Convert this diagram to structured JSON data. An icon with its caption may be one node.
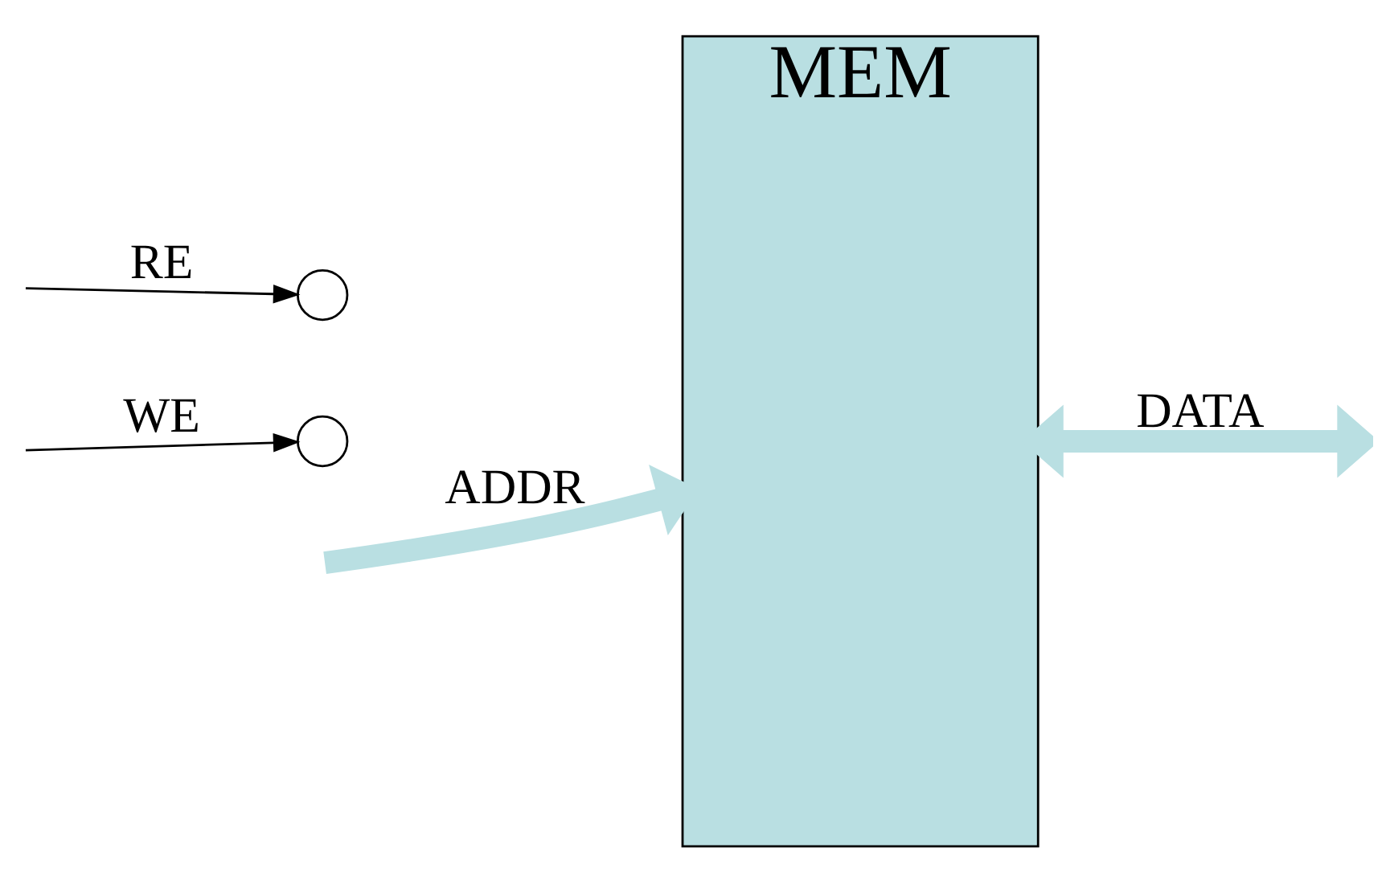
{
  "diagram": {
    "nodes": [
      {
        "text": [
          "MEM"
        ]
      },
      {
        "text": [],
        "shape": "circle"
      },
      {
        "text": [],
        "shape": "circle"
      }
    ],
    "edges": [
      {
        "from": null,
        "to": 0,
        "arrow": "to",
        "label": "ADDR",
        "style": "thick",
        "color": "#b9dfe2"
      },
      {
        "from": null,
        "to": 1,
        "arrow": "to",
        "label": "RE",
        "color": "#000000"
      },
      {
        "from": null,
        "to": 2,
        "arrow": "to",
        "label": "WE",
        "color": "#000000"
      },
      {
        "from": 0,
        "to": null,
        "arrow": "both",
        "label": "DATA",
        "style": "thick",
        "color": "#b9dfe2"
      }
    ]
  }
}
